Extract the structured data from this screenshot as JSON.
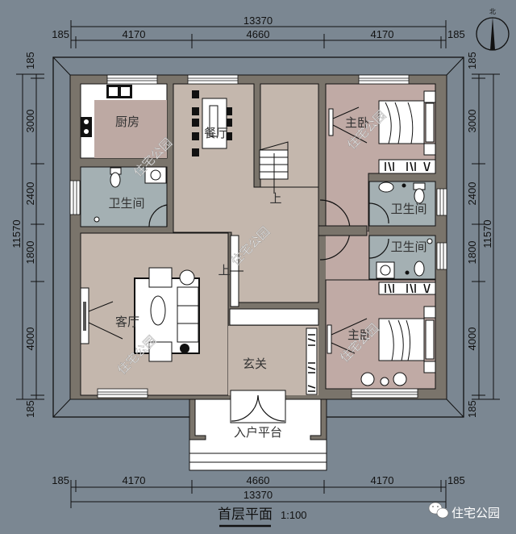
{
  "drawing": {
    "title": "首层平面",
    "scale": "1:100",
    "watermark": "住宅公园",
    "brand": "住宅公园",
    "north_icon": "north-arrow-icon",
    "brand_icon": "wechat-icon"
  },
  "dimensions": {
    "top_total": "13370",
    "top_segments": [
      "185",
      "4170",
      "4660",
      "4170",
      "185"
    ],
    "bottom_total": "13370",
    "bottom_segments": [
      "185",
      "4170",
      "4660",
      "4170",
      "185"
    ],
    "left_total": "11570",
    "left_segments": [
      "185",
      "3000",
      "2400",
      "1800",
      "4000",
      "185"
    ],
    "right_total": "11570",
    "right_segments": [
      "185",
      "3000",
      "2400",
      "1800",
      "4000",
      "185"
    ]
  },
  "rooms": {
    "kitchen": "厨房",
    "dining": "餐厅",
    "bath_left": "卫生间",
    "bath_right_upper": "卫生间",
    "bath_right_lower": "卫生间",
    "master_bedroom_1": "主卧",
    "master_bedroom_2": "主卧",
    "living": "客厅",
    "foyer": "玄关",
    "entry_platform": "入户平台",
    "stair_up_1": "上",
    "stair_up_2": "上"
  },
  "colors": {
    "background": "#7b8792",
    "wall": "#7a746b",
    "floor_main": "#c4b7ad",
    "floor_bedroom": "#c0aaa5",
    "floor_bath": "#a4b0b3",
    "floor_kitchen": "#bda9a3",
    "eave": "#7b8792"
  }
}
